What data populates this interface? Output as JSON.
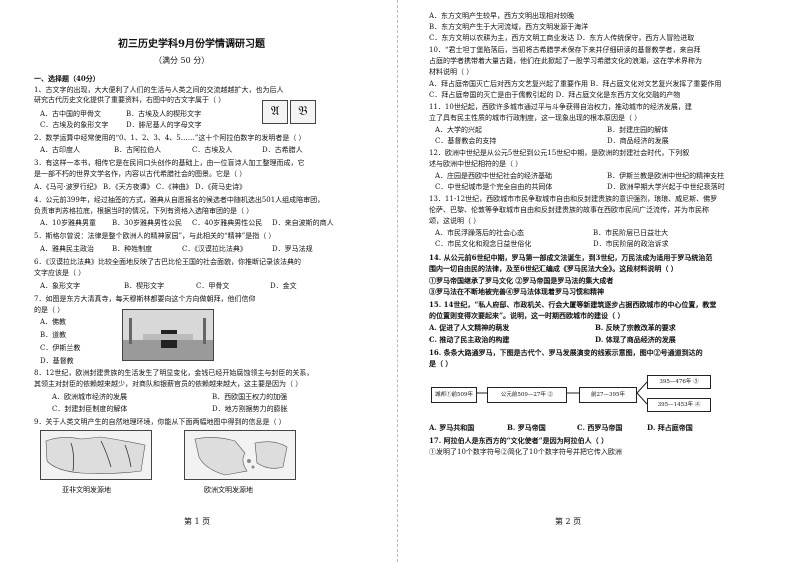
{
  "page1": {
    "title": "初三历史学科9月份学情调研习题",
    "score": "（满分 50 分）",
    "section": "一、选择题（40分）",
    "q1": [
      "1、古文字的出现，大大便利了人们的生活与人类之间的交流越越扩大，也为后人",
      "研究古代历史文化提供了重要资料，右图中的古文字属于（     ）"
    ],
    "q1_opts": [
      "A．古中国的甲骨文",
      "B．古埃及人的楔形文字",
      "C．古埃及的象形文字",
      "D．腓尼基人的字母文字"
    ],
    "q1_img": [
      "𝔄",
      "𝔅"
    ],
    "q2": [
      "2．数学运算中经常使用的“0、1、2、3、4、5……”这十个阿拉伯数字的发明者是（     ）"
    ],
    "q2_opts": [
      "A．古印度人",
      "B．古阿拉伯人",
      "C．古埃及人",
      "D．古希腊人"
    ],
    "q3": [
      "3．有这样一本书，相传它是在民间口头创作的基础上，由一位盲诗人加工整理而成，它",
      "是一部不朽的世界文学名作，内容以古代希腊社会的图景。它是（     ）"
    ],
    "q3_opts": "A．《马可·波罗行纪》   B．《天方夜谭》   C．《神曲》   D．《荷马史诗》",
    "q4": [
      "4．公元前399年，经过抽签的方式，雅典从自愿报名的候选者中随机选出501人组成陪审团，",
      "负责审判苏格拉底，根据当时的情况，下列有资格入选陪审团的是（     ）"
    ],
    "q4_opts": [
      "A．10岁雅典男童",
      "B．30岁雅典男性公民",
      "C．40岁雅典男性公民",
      "D．来自波斯的商人"
    ],
    "q5": [
      "5．斯格尔曾说：法律是整个欧洲人的精神家园”，与此相关的“精神”是指（     ）"
    ],
    "q5_opts": [
      "A．雅典民主政治",
      "B．种姓制度",
      "C．《汉谟拉比法典》",
      "D．罗马法规"
    ],
    "q6": [
      "6．《汉谟拉比法典》比较全面地反映了古巴比伦王国的社会面貌，你推断记录该法典的",
      "文字应该是（     ）"
    ],
    "q6_opts": [
      "A．象形文字",
      "B．楔形文字",
      "C．甲骨文",
      "D．金文"
    ],
    "q7": [
      "7．如图是东方大清真寺，每天穆斯林都要向这个方向做朝拜，他们信仰",
      "的是（     ）"
    ],
    "q7_opts": [
      "A．佛教",
      "B．道教",
      "C．伊斯兰教",
      "D．基督教"
    ],
    "q8": [
      "8．12世纪，欧洲封建贵族的生活发生了明显变化，金钱已经开始腐蚀领主与封臣的关系，",
      "其领主对封臣的依赖越来越少，对商队和银薪官员的依赖越来越大，这主要是因为（     ）"
    ],
    "q8_opts": [
      "A．欧洲城市经济的发展",
      "B．西欧国王权力的加强",
      "C．封建封臣制度的解体",
      "D．地方割据势力的膨胀"
    ],
    "q9": [
      "9．关于人类文明产生的自然地理环境，你能从下面两幅地图中得到的信息是（     ）"
    ],
    "map_caption_left": "亚非文明发源地",
    "map_caption_right": "欧洲文明发源地",
    "footer": "第 1 页"
  },
  "page2": {
    "q9_opts": [
      "A．东方文明产生较早，西方文明出现相对较晚",
      "B．东方文明产生于大河流域，西方文明发源于海洋",
      "C．东方文明以农耕为主，西方文明工商业发达 D．东方人传统保守，西方人冒险进取"
    ],
    "q10": [
      "10．“君士坦丁堡陷落后，当初将古希腊学术保存下来并仔细研读的基督教学者，来自拜",
      "占庭的学者携带着大量古籍，他们在此掀起了一股学习希腊文化的浪潮，这在学术界称为",
      "材料说明（     ）"
    ],
    "q10_opts": [
      "A．拜占庭帝国灭亡后对西方文艺复兴起了重要作用 B．拜占庭文化对文艺复兴发挥了重要作用",
      "C．拜占庭帝国的灭亡是由于儒教引起的 D．拜占庭文化是东西方文化交融的产物"
    ],
    "q11": [
      "11．10世纪起，西欧许多城市通过平与斗争获得自治权力，推动城市的经济发展，建",
      "立了具有民主性质的城市行政制度，这一现象出现的根本原因是（     ）"
    ],
    "q11_opts": [
      "A．大学的兴起",
      "B．封建庄园的解体",
      "C．基督教会的支持",
      "D．商品经济的发展"
    ],
    "q12": [
      "12．欧洲中世纪是从公元5世纪到公元15世纪中期，是欧洲的封建社会时代，下列叙",
      "述与欧洲中世纪相符的是（     ）"
    ],
    "q12_opts": [
      "A．庄园是西欧中世纪社会的经济基础",
      "B．伊斯兰教是欧洲中世纪的精神支柱",
      "C．中世纪城市是个完全自由的共同体",
      "D．欧洲早期大学兴起于中世纪衰落时"
    ],
    "q13": [
      "13．11-12世纪，西欧城市市民争取城市自由和反封建贵族的意识强烈，琅琅、威尼斯、佛罗",
      "伦萨、巴黎、伦敦等争取城市自由和反封建贵族的故事在西欧市民间广泛流传，并为市民称",
      "颂，这说明（     ）"
    ],
    "q13_opts": [
      "A．市民浮躁落后的社会心态",
      "B．市民阶层已日益壮大",
      "C．市民文化和观念日益世俗化",
      "D．市民阶层的政治诉求"
    ],
    "q14": [
      "14. 从公元前6世纪中期，罗马第一部成文法诞生，到3世纪，万民法成为适用于罗马统治范",
      "围内一切自由民的法律，及至6世纪汇编成《罗马民法大全》。这段材料说明（     ）"
    ],
    "q14_items": [
      "①罗马帝国继承了罗马文化   ②罗马帝国是罗马法的集大成者",
      "③罗马法在不断地被完善④罗马法体现着罗马习惯和精神"
    ],
    "q15": [
      "15. 14世纪，“私人府邸、市政机关、行会大厦等新建筑逐步占据西欧城市的中心位置，教堂",
      "的位置则变得次要起来”。说明，这一时期西欧城市的建设（     ）"
    ],
    "q15_opts": [
      "A. 促进了人文精神的萌发",
      "B. 反映了宗教改革的要求",
      "C. 推动了民主政治的构建",
      "D. 体现了商品经济的发展"
    ],
    "q16": [
      "16. 条条大路通罗马，下图是古代个、罗马发展演变的线索示意图，图中②号通道到达的",
      "是（     ）"
    ],
    "flow": [
      "城邦①前509年",
      "公元前509—27年 ②",
      "前27—395年",
      "395—476年 ③",
      "395—1453年 ④"
    ],
    "q16_opts": [
      "A. 罗马共和国",
      "B. 罗马帝国",
      "C. 西罗马帝国",
      "D. 拜占庭帝国"
    ],
    "q17": [
      "17. 阿拉伯人是东西方的“文化使者”是因为阿拉伯人（     ）",
      "①发明了10个数字符号②简化了10个数字符号并把它传入欧洲"
    ],
    "footer": "第 2 页"
  }
}
